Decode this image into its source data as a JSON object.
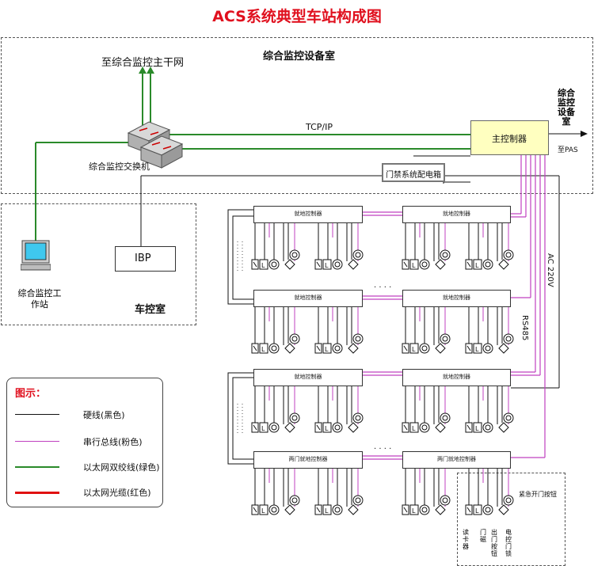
{
  "title": "ACS系统典型车站构成图",
  "rooms": {
    "monitor_room": "综合监控设备室",
    "control_room": "车控室"
  },
  "labels": {
    "backbone": "至综合监控主干网",
    "switch": "综合监控交换机",
    "tcpip": "TCP/IP",
    "main_controller": "主控制器",
    "right_room": [
      "综合",
      "监控",
      "设备",
      "室"
    ],
    "to_pas": "至PAS",
    "door_power_box": "门禁系统配电箱",
    "workstation": [
      "综合监控工",
      "作站"
    ],
    "ibp": "IBP",
    "ac220": "AC 220V",
    "rs485": "RS485",
    "local_controller": "就地控制器",
    "double_door_controller": "两门就地控制器",
    "emergency_button": "紧急开门按钮",
    "card_reader": "读卡器",
    "door_sensor": "门磁",
    "exit_button": "出门按钮",
    "electric_lock": "电控门锁",
    "ellipsis": "· · · ·"
  },
  "legend": {
    "heading": "图示：",
    "items": [
      {
        "label": "硬线(黑色)",
        "color": "#111111"
      },
      {
        "label": "串行总线(粉色)",
        "color": "#c040c0"
      },
      {
        "label": "以太网双绞线(绿色)",
        "color": "#2a8a2a"
      },
      {
        "label": "以太网光缆(红色)",
        "color": "#e01010"
      }
    ]
  },
  "colors": {
    "title": "#e0101e",
    "controller_fill": "#ffffc0",
    "green": "#2a8a2a",
    "pink": "#c040c0",
    "red": "#e01010"
  }
}
